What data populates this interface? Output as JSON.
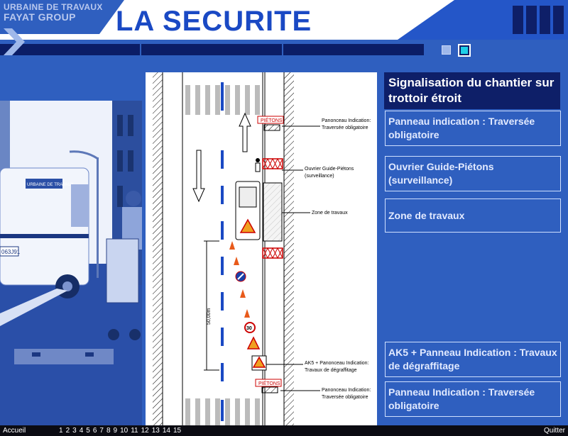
{
  "header": {
    "brand_line1": "URBAINE DE TRAVAUX",
    "brand_line2": "FAYAT GROUP",
    "title": "LA SECURITE"
  },
  "panel": {
    "heading": "Signalisation du chantier sur trottoir étroit",
    "labels": [
      "Panneau indication : Traversée obligatoire",
      "Ouvrier Guide-Piétons (surveillance)",
      "Zone de travaux",
      "AK5 + Panneau Indication : Travaux de dégraffitage",
      "Panneau Indication : Traversée obligatoire"
    ]
  },
  "diagram": {
    "top_sign_text": "PIÉTONS",
    "bottom_sign_text": "PIÉTONS",
    "callout1_line1": "Panonceau Indication:",
    "callout1_line2": "Traversée obligatoire",
    "callout2_line1": "Ouvrier Guide-Piétons",
    "callout2_line2": "(surveillance)",
    "callout3": "Zone de travaux",
    "callout4_line1": "AK5 + Panonceau Indication:",
    "callout4_line2": "Travaux de dégraffitage",
    "callout5_line1": "Panonceau Indication:",
    "callout5_line2": "Traversée obligatoire",
    "dimension": "50,00m",
    "speed_value": "30"
  },
  "photo": {
    "van_text": "URBAINE DE TRAVAUX",
    "plate": "063J91"
  },
  "footer": {
    "home": "Accueil",
    "pages": [
      "1",
      "2",
      "3",
      "4",
      "5",
      "6",
      "7",
      "8",
      "9",
      "10",
      "11",
      "12",
      "13",
      "14",
      "15"
    ],
    "quit": "Quitter"
  },
  "colors": {
    "background": "#2f5fbf",
    "dark_navy": "#0e1f68",
    "title_blue": "#1a49c4",
    "accent_cyan": "#1ecfe8",
    "label_text": "#e2eaff"
  }
}
